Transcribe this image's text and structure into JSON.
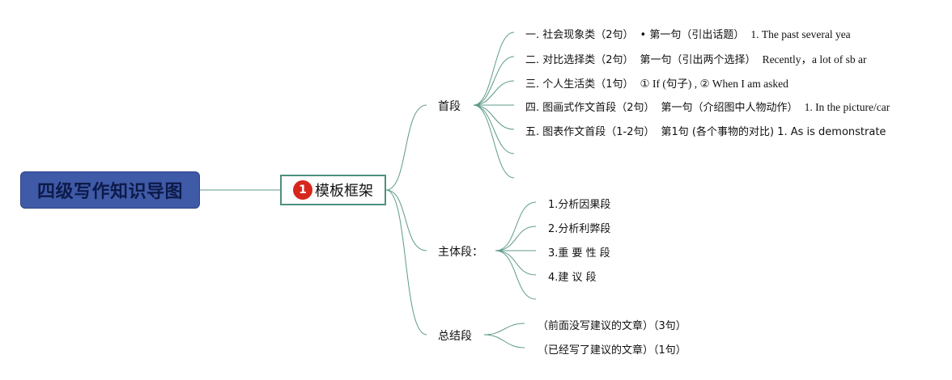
{
  "root": {
    "title": "四级写作知识导图"
  },
  "central": {
    "badge": "1",
    "label": "模板框架"
  },
  "sections": {
    "first": {
      "label": "首段",
      "items": [
        {
          "a": "一. 社会现象类（2句）",
          "b": "• 第一句（引出话题）",
          "c": "1. The past several yea"
        },
        {
          "a": "二. 对比选择类（2句）",
          "b": "第一句（引出两个选择）",
          "c": "Recently，a lot of sb ar"
        },
        {
          "a": "三. 个人生活类（1句）",
          "b": "① If (句子) , ② When I am asked",
          "c": ""
        },
        {
          "a": "四. 图画式作文首段（2句）",
          "b": "第一句（介绍图中人物动作）",
          "c": "1. In the picture/car"
        },
        {
          "a": "五. 图表作文首段（1-2句）",
          "b": "第1句 (各个事物的对比) 1. As is demonstrate",
          "c": ""
        }
      ]
    },
    "body": {
      "label": "主体段：",
      "items": [
        "1.分析因果段",
        "2.分析利弊段",
        "3.重 要 性 段",
        "4.建 议 段"
      ]
    },
    "summary": {
      "label": "总结段",
      "items": [
        "（前面没写建议的文章）（3句）",
        "（已经写了建议的文章）（1句）"
      ]
    }
  },
  "colors": {
    "root_fill": "#3f5aa6",
    "link": "#4e8f7f",
    "badge": "#d7261c"
  }
}
